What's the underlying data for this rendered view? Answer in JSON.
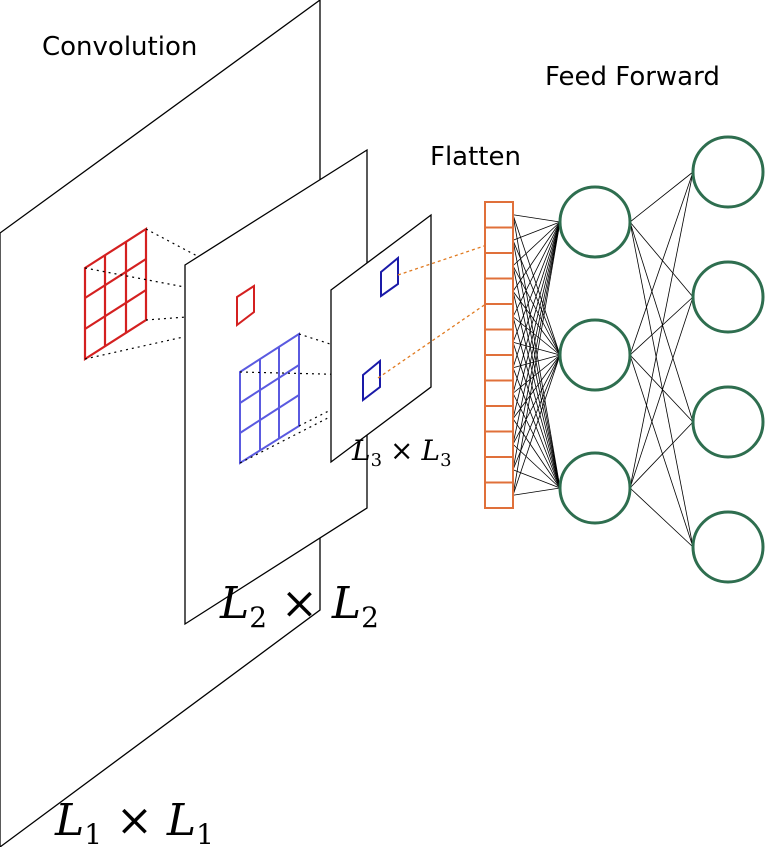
{
  "labels": {
    "convolution": "Convolution",
    "flatten": "Flatten",
    "feed_forward": "Feed Forward"
  },
  "layers": [
    {
      "symbol": "L",
      "sub1": "1",
      "times": "×",
      "sub2": "1"
    },
    {
      "symbol": "L",
      "sub1": "2",
      "times": "×",
      "sub2": "2"
    },
    {
      "symbol": "L",
      "sub1": "3",
      "times": "×",
      "sub2": "3"
    }
  ],
  "colors": {
    "kernel_1": "#d42020",
    "kernel_2": "#5a5ae0",
    "cell_3": "#1a1aa8",
    "flatten": "#e0703a",
    "neuron": "#2e6e4f",
    "link": "#e07a20"
  },
  "network": {
    "flatten_cells": 12,
    "hidden_neurons": 3,
    "output_neurons": 4
  }
}
